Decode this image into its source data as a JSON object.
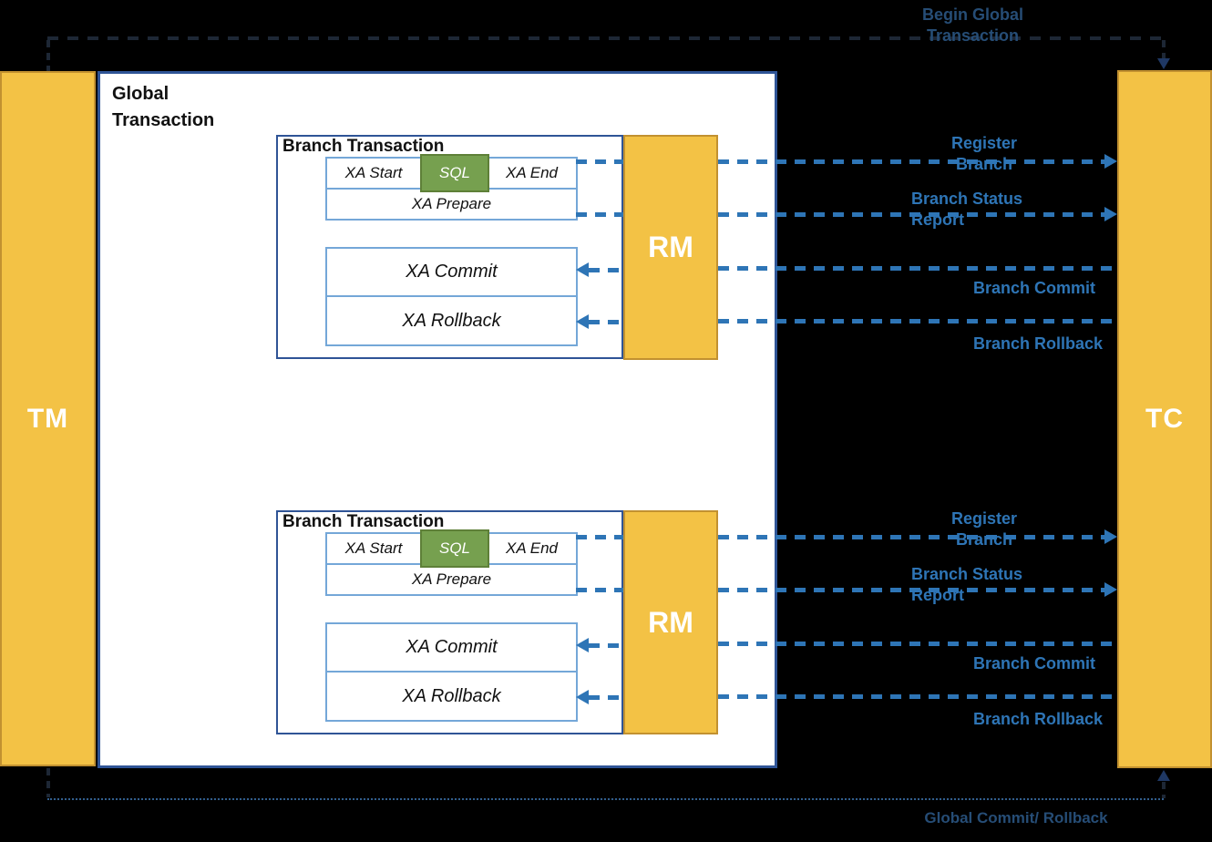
{
  "entities": {
    "tm": "TM",
    "tc": "TC",
    "rm": "RM",
    "global_transaction": "Global\nTransaction"
  },
  "branch": {
    "title": "Branch Transaction",
    "xa_start": "XA Start",
    "sql": "SQL",
    "xa_end": "XA End",
    "xa_prepare": "XA Prepare",
    "xa_commit": "XA Commit",
    "xa_rollback": "XA Rollback"
  },
  "flow_labels": {
    "begin_global": "Begin Global\nTransaction",
    "register_branch": "Register\nBranch",
    "branch_status": "Branch Status\nReport",
    "branch_commit": "Branch Commit",
    "branch_rollback": "Branch Rollback",
    "global_commit": "Global Commit/ Rollback"
  },
  "colors": {
    "gold": "#F3C245",
    "gold_border": "#C29130",
    "blue_accent": "#2E75B6",
    "light_box_border": "#74A7D8",
    "dark_border": "#2F5496",
    "green": "#76A04F",
    "green_border": "#5E8038",
    "dim_label": "#264D76",
    "dim_line": "#1D2735",
    "dot_line": "#33608F",
    "navy_arrow": "#1F3864",
    "black_bg": "#000000",
    "text_black": "#111111"
  }
}
